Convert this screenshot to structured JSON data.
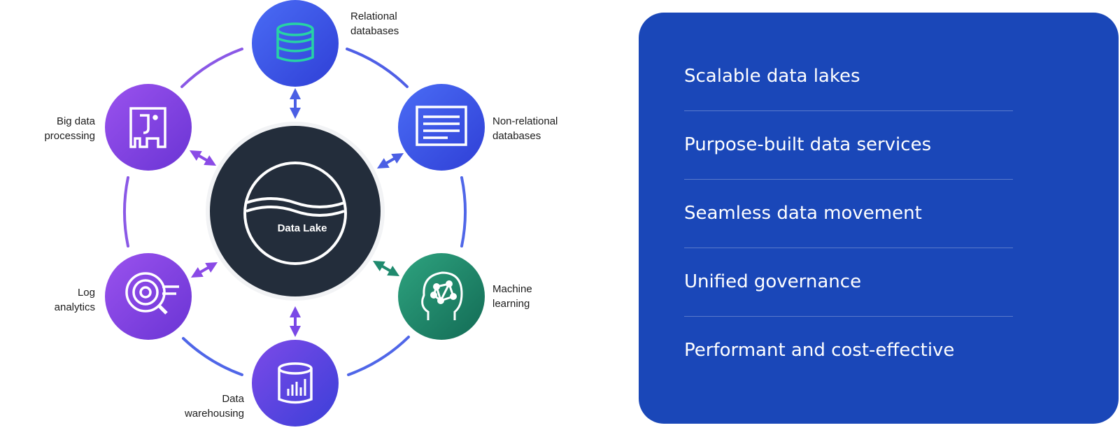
{
  "diagram": {
    "center": {
      "label": "Data Lake"
    },
    "nodes": [
      {
        "key": "relational",
        "label": "Relational\ndatabases",
        "icon": "database-icon"
      },
      {
        "key": "nonrelational",
        "label": "Non-relational\ndatabases",
        "icon": "document-list-icon"
      },
      {
        "key": "ml",
        "label": "Machine\nlearning",
        "icon": "brain-head-icon"
      },
      {
        "key": "warehouse",
        "label": "Data\nwarehousing",
        "icon": "bar-chart-cylinder-icon"
      },
      {
        "key": "log",
        "label": "Log\nanalytics",
        "icon": "target-search-icon"
      },
      {
        "key": "bigdata",
        "label": "Big data\nprocessing",
        "icon": "elephant-icon"
      }
    ],
    "colors": {
      "center": "#232d3b",
      "purple": "#8a3fe0",
      "blue": "#3d5ef0",
      "green": "#1f8a6e",
      "panel": "#1a47b8"
    }
  },
  "panel": {
    "items": [
      "Scalable data lakes",
      "Purpose-built data services",
      "Seamless data movement",
      "Unified governance",
      "Performant and cost-effective"
    ]
  }
}
